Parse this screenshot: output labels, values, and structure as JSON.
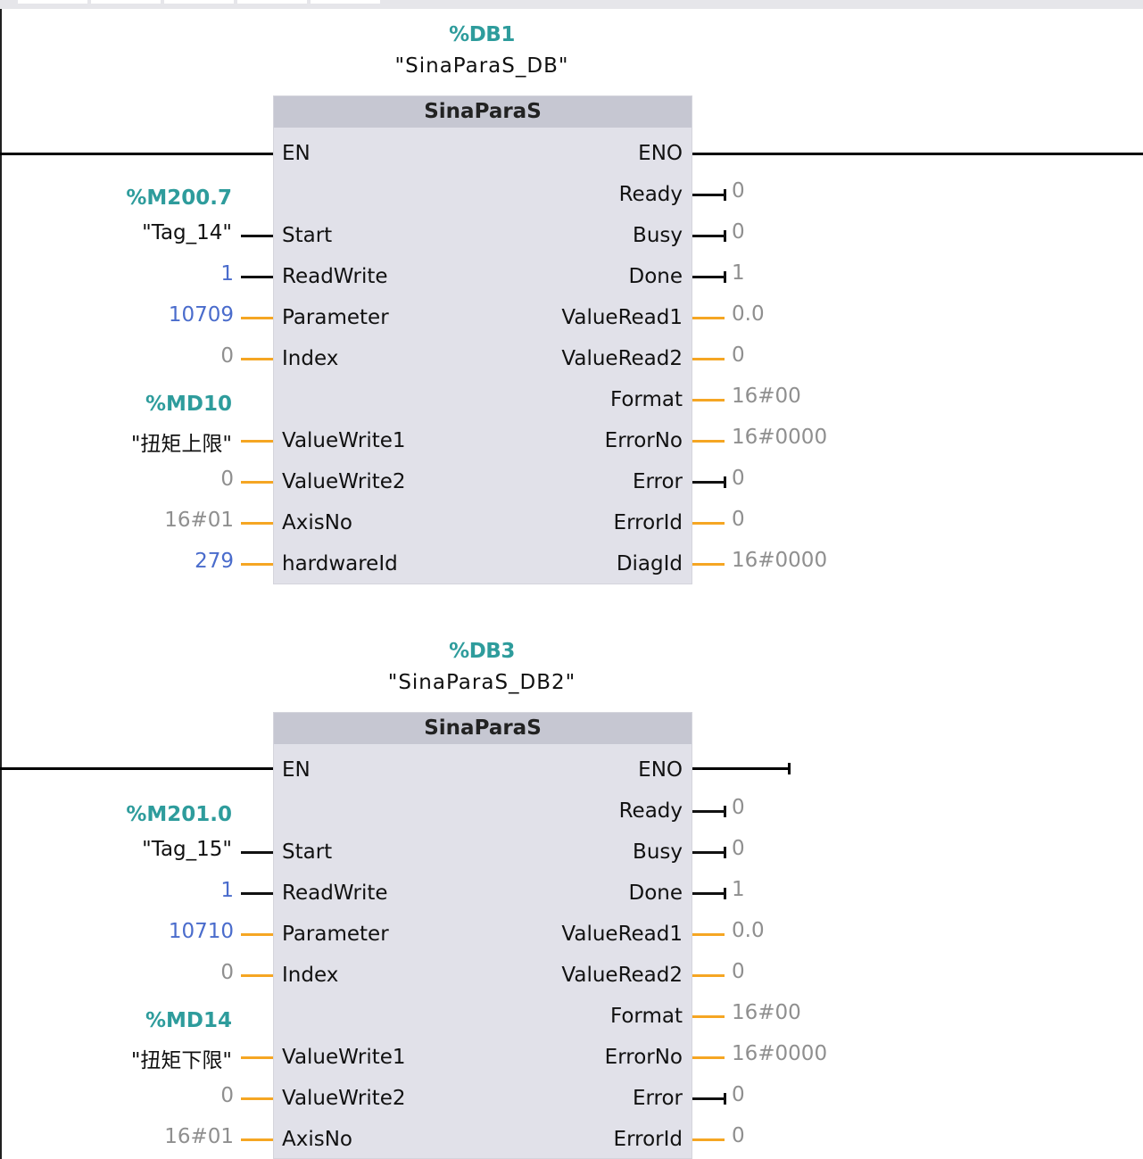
{
  "blocks": [
    {
      "db_address": "%DB1",
      "db_name": "\"SinaParaS_DB\"",
      "title": "SinaParaS",
      "inputs": {
        "en": "EN",
        "start": {
          "label": "Start",
          "tag_address": "%M200.7",
          "tag_name": "\"Tag_14\""
        },
        "readwrite": {
          "label": "ReadWrite",
          "value": "1"
        },
        "parameter": {
          "label": "Parameter",
          "value": "10709"
        },
        "index": {
          "label": "Index",
          "value": "0"
        },
        "valuewrite1": {
          "label": "ValueWrite1",
          "tag_address": "%MD10",
          "tag_name": "\"扭矩上限\""
        },
        "valuewrite2": {
          "label": "ValueWrite2",
          "value": "0"
        },
        "axisno": {
          "label": "AxisNo",
          "value": "16#01"
        },
        "hardwareid": {
          "label": "hardwareId",
          "value": "279"
        }
      },
      "outputs": {
        "eno": "ENO",
        "ready": {
          "label": "Ready",
          "value": "0"
        },
        "busy": {
          "label": "Busy",
          "value": "0"
        },
        "done": {
          "label": "Done",
          "value": "1"
        },
        "valueread1": {
          "label": "ValueRead1",
          "value": "0.0"
        },
        "valueread2": {
          "label": "ValueRead2",
          "value": "0"
        },
        "format": {
          "label": "Format",
          "value": "16#00"
        },
        "errorno": {
          "label": "ErrorNo",
          "value": "16#0000"
        },
        "error": {
          "label": "Error",
          "value": "0"
        },
        "errorid": {
          "label": "ErrorId",
          "value": "0"
        },
        "diagid": {
          "label": "DiagId",
          "value": "16#0000"
        }
      }
    },
    {
      "db_address": "%DB3",
      "db_name": "\"SinaParaS_DB2\"",
      "title": "SinaParaS",
      "inputs": {
        "en": "EN",
        "start": {
          "label": "Start",
          "tag_address": "%M201.0",
          "tag_name": "\"Tag_15\""
        },
        "readwrite": {
          "label": "ReadWrite",
          "value": "1"
        },
        "parameter": {
          "label": "Parameter",
          "value": "10710"
        },
        "index": {
          "label": "Index",
          "value": "0"
        },
        "valuewrite1": {
          "label": "ValueWrite1",
          "tag_address": "%MD14",
          "tag_name": "\"扭矩下限\""
        },
        "valuewrite2": {
          "label": "ValueWrite2",
          "value": "0"
        },
        "axisno": {
          "label": "AxisNo",
          "value": "16#01"
        }
      },
      "outputs": {
        "eno": "ENO",
        "ready": {
          "label": "Ready",
          "value": "0"
        },
        "busy": {
          "label": "Busy",
          "value": "0"
        },
        "done": {
          "label": "Done",
          "value": "1"
        },
        "valueread1": {
          "label": "ValueRead1",
          "value": "0.0"
        },
        "valueread2": {
          "label": "ValueRead2",
          "value": "0"
        },
        "format": {
          "label": "Format",
          "value": "16#00"
        },
        "errorno": {
          "label": "ErrorNo",
          "value": "16#0000"
        },
        "error": {
          "label": "Error",
          "value": "0"
        },
        "errorid": {
          "label": "ErrorId",
          "value": "0"
        }
      }
    }
  ]
}
